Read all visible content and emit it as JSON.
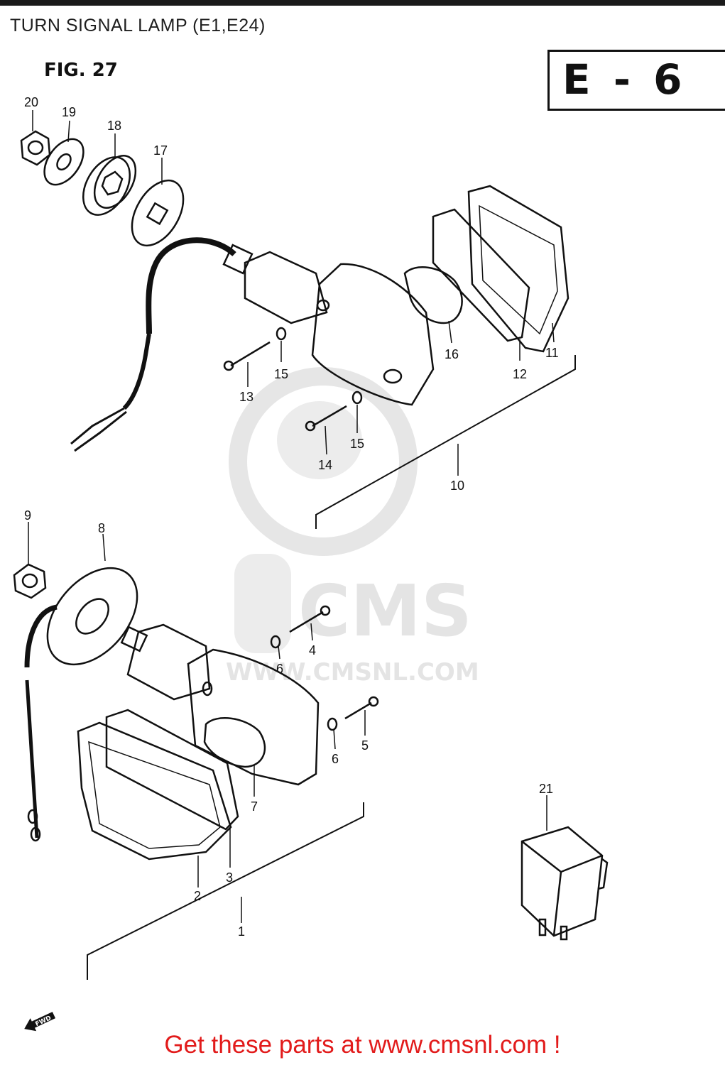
{
  "header": {
    "title": "TURN SIGNAL LAMP (E1,E24)",
    "figure_label": "FIG. 27",
    "section_code": "E - 6"
  },
  "callouts": [
    "1",
    "2",
    "3",
    "4",
    "5",
    "6",
    "6",
    "7",
    "8",
    "9",
    "10",
    "11",
    "12",
    "13",
    "14",
    "15",
    "15",
    "16",
    "17",
    "18",
    "19",
    "20",
    "21"
  ],
  "watermark": {
    "brand": "CMS",
    "url": "WWW.CMSNL.COM"
  },
  "direction_marker": "FWD",
  "footer": {
    "text": "Get these parts at www.cmsnl.com !"
  },
  "colors": {
    "footer_text": "#e21b1b",
    "watermark": "#e4e4e4",
    "line_art": "#111111"
  }
}
